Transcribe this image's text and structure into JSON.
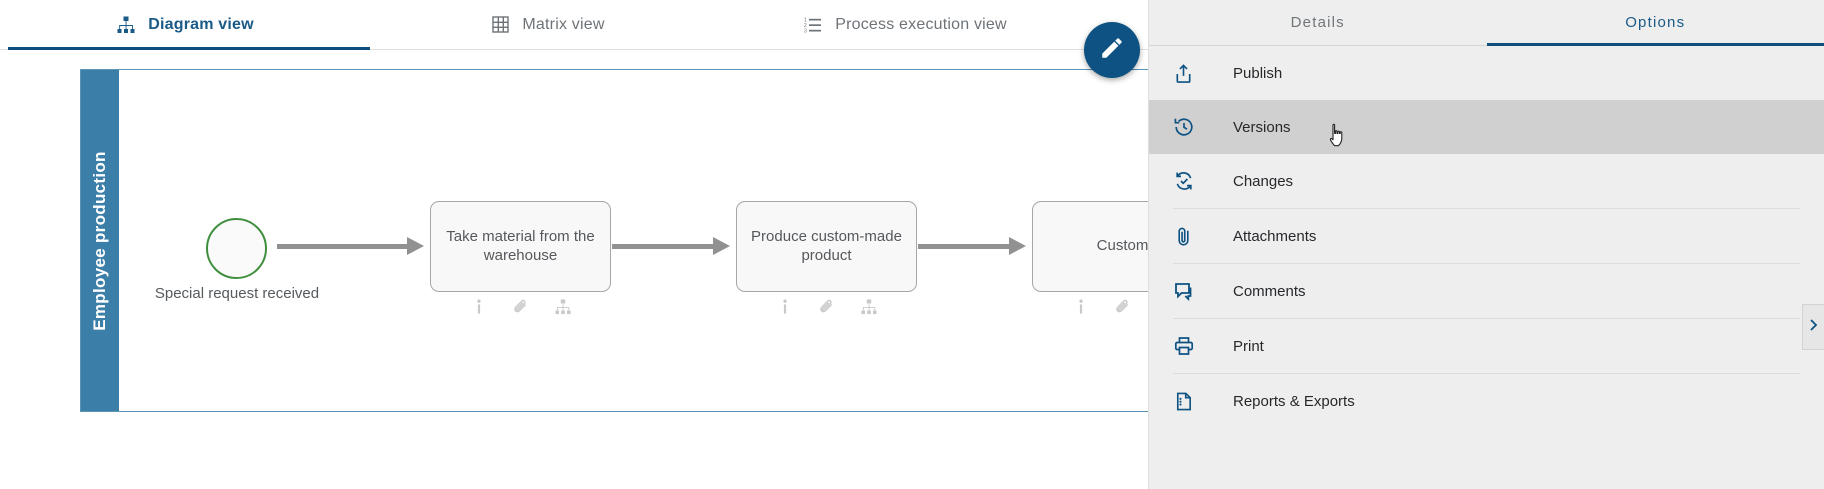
{
  "tabs": [
    {
      "label": "Diagram view",
      "icon": "hierarchy-icon",
      "active": true
    },
    {
      "label": "Matrix view",
      "icon": "grid-icon",
      "active": false
    },
    {
      "label": "Process execution view",
      "icon": "ordered-list-icon",
      "active": false
    }
  ],
  "fab": {
    "name": "edit-fab",
    "icon": "pencil-icon",
    "color": "#0d5282"
  },
  "diagram": {
    "lane_label": "Employee production",
    "lane_color": "#3b7ea8",
    "start_event": {
      "label": "Special request received",
      "border_color": "#3f8f3f"
    },
    "tasks": [
      {
        "label": "Take material from the warehouse"
      },
      {
        "label": "Produce custom-made product"
      },
      {
        "label": "Custom"
      }
    ],
    "task_badges": [
      "info-icon",
      "paperclip-icon",
      "hierarchy-icon"
    ],
    "connector_color": "#919191"
  },
  "side_panel": {
    "tabs": [
      {
        "label": "Details",
        "active": false
      },
      {
        "label": "Options",
        "active": true
      }
    ],
    "accent": "#0d4e7d",
    "items": [
      {
        "label": "Publish",
        "icon": "share-upload-icon",
        "hovered": false,
        "separator_after": false
      },
      {
        "label": "Versions",
        "icon": "history-clock-icon",
        "hovered": true,
        "separator_after": false
      },
      {
        "label": "Changes",
        "icon": "sync-check-icon",
        "hovered": false,
        "separator_after": true
      },
      {
        "label": "Attachments",
        "icon": "paperclip-icon",
        "hovered": false,
        "separator_after": true
      },
      {
        "label": "Comments",
        "icon": "comment-icon",
        "hovered": false,
        "separator_after": true
      },
      {
        "label": "Print",
        "icon": "printer-icon",
        "hovered": false,
        "separator_after": true
      },
      {
        "label": "Reports & Exports",
        "icon": "document-icon",
        "hovered": false,
        "separator_after": false
      }
    ],
    "collapse": {
      "icon": "chevron-right-icon"
    }
  }
}
